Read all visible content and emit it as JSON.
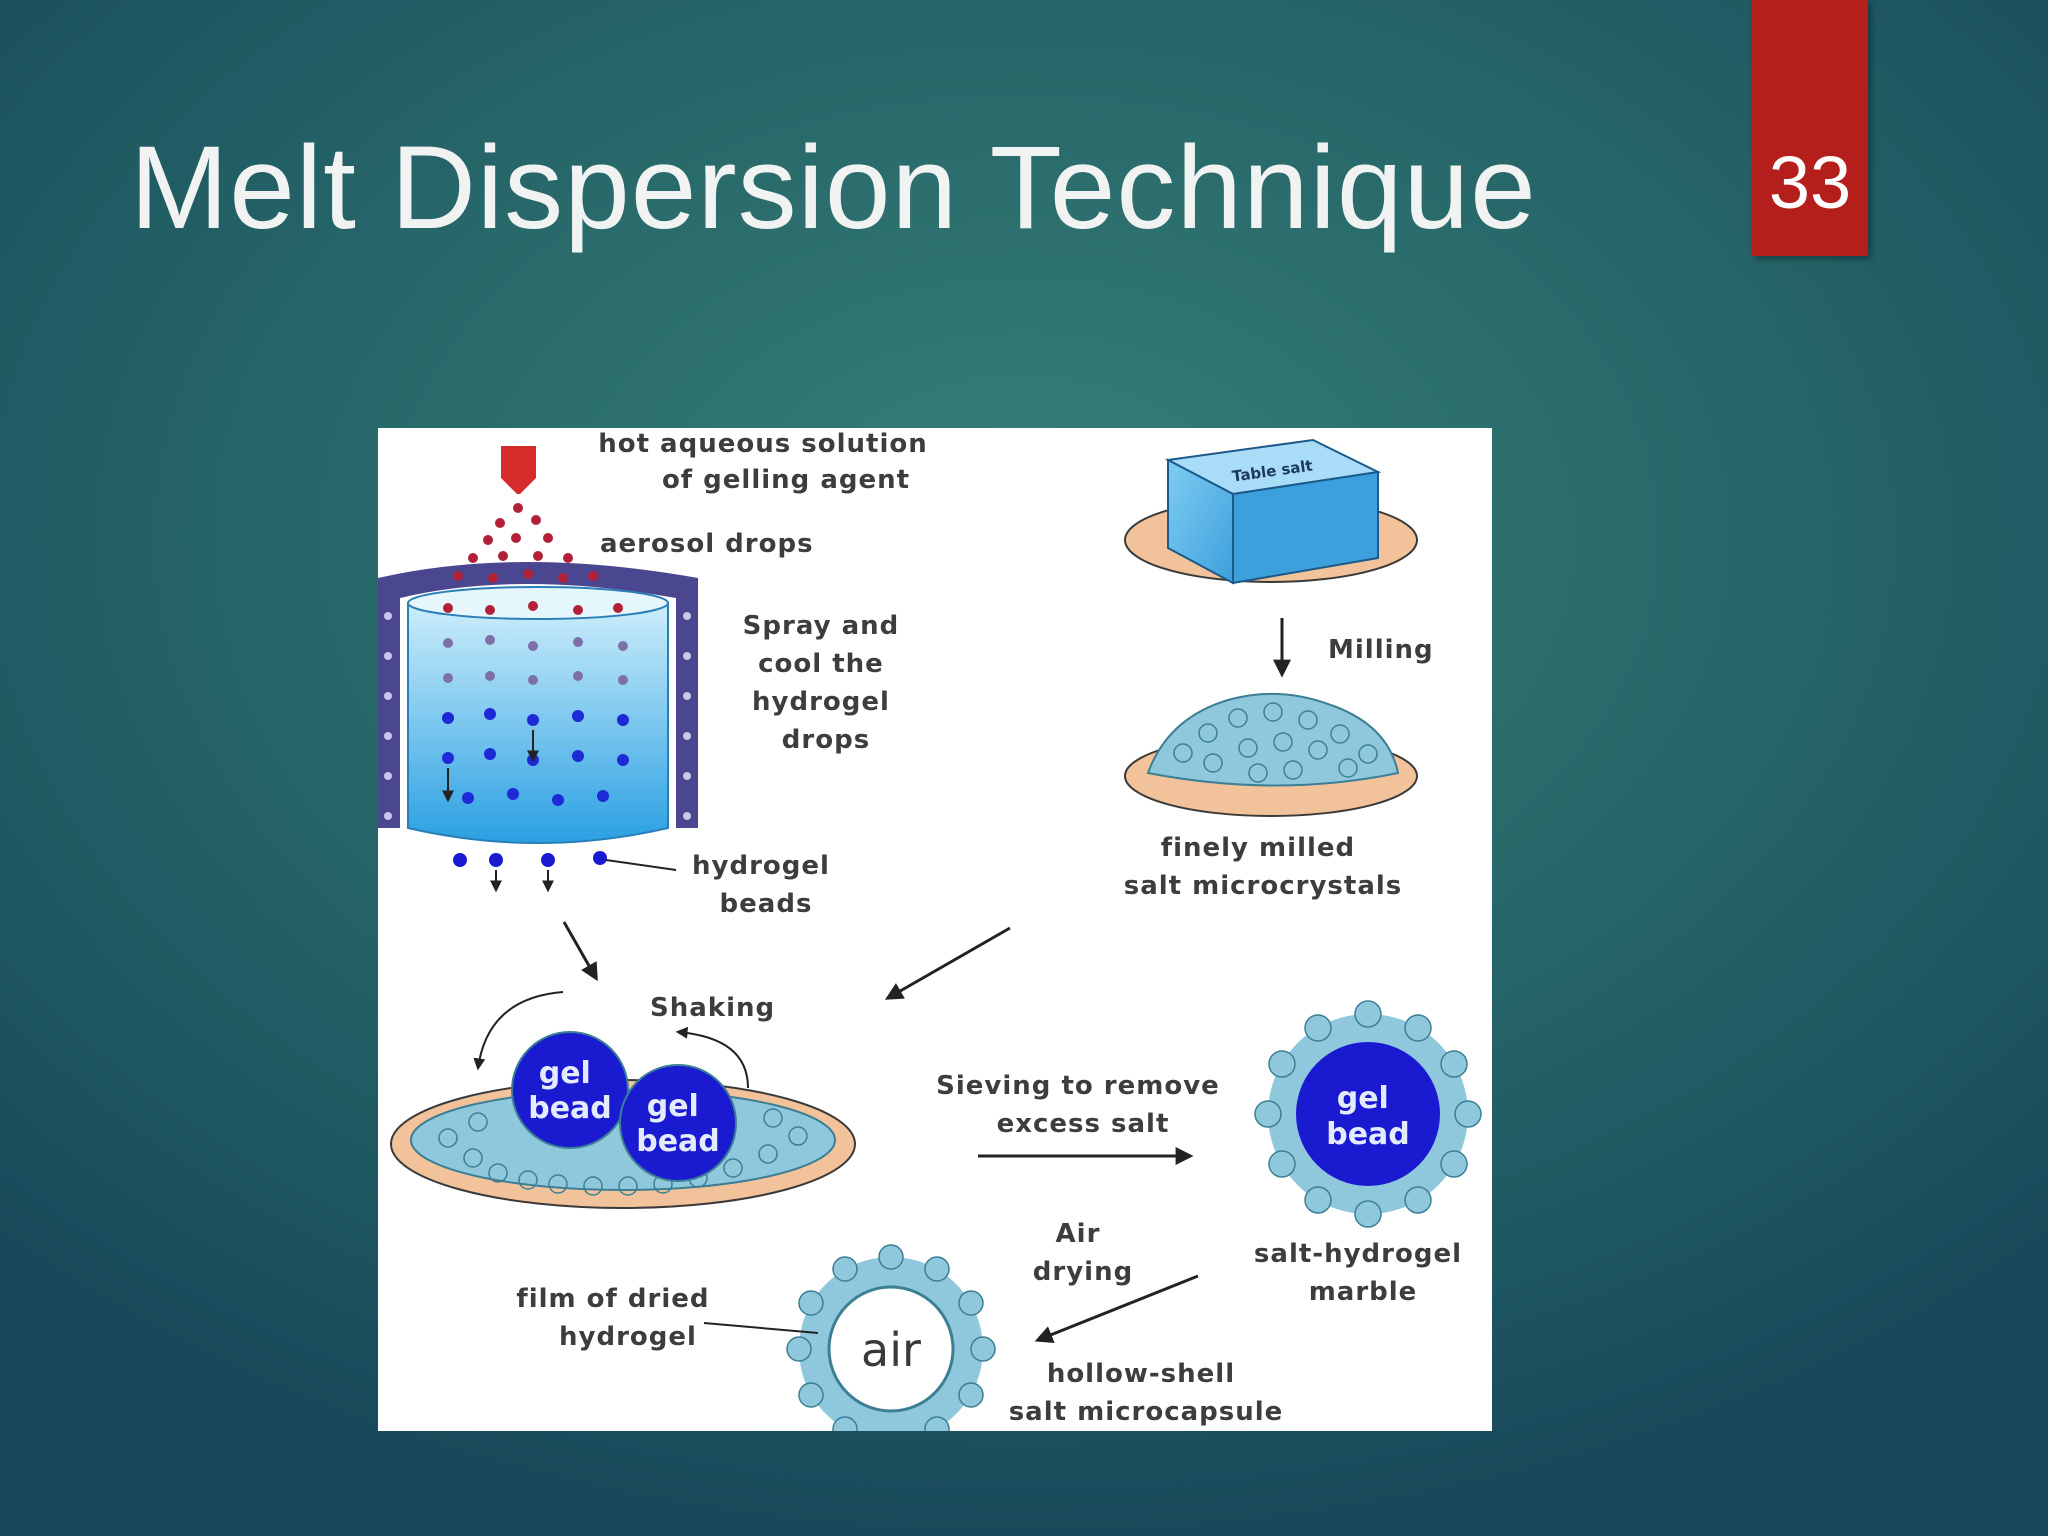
{
  "slide": {
    "title": "Melt Dispersion Technique",
    "page_number": "33",
    "accent_color": "#b41f1c",
    "background_color": "#2a6c6c"
  },
  "diagram": {
    "labels": {
      "hot_solution": [
        "hot aqueous solution",
        "of gelling agent"
      ],
      "aerosol_drops": "aerosol drops",
      "spray_cool": [
        "Spray and",
        "cool the",
        "hydrogel",
        "drops"
      ],
      "hydrogel_beads": [
        "hydrogel",
        "beads"
      ],
      "table_salt": "Table salt",
      "milling": "Milling",
      "milled_salt": [
        "finely milled",
        "salt microcrystals"
      ],
      "shaking": "Shaking",
      "gel_bead": [
        "gel",
        "bead"
      ],
      "sieving": [
        "Sieving to remove",
        "excess salt"
      ],
      "marble": [
        "salt-hydrogel",
        "marble"
      ],
      "air_drying": [
        "Air",
        "drying"
      ],
      "film": [
        "film of dried",
        "hydrogel"
      ],
      "air": "air",
      "microcapsule": [
        "hollow-shell",
        "salt microcapsule"
      ]
    },
    "colors": {
      "gel_bead": "#1a1ad0",
      "drop_red": "#b22038",
      "salt_crystal": "#8fc8dc",
      "dish": "#f2c29a",
      "jacket": "#4a4690",
      "salt_cube": "#5ab2e6"
    }
  }
}
